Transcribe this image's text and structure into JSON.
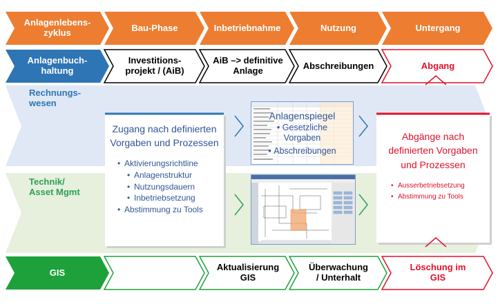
{
  "row1": {
    "items": [
      "Anlagenlebens-\nzyklus",
      "Bau-Phase",
      "Inbetriebnahme",
      "Nutzung",
      "Untergang"
    ],
    "color": "#ed7d31"
  },
  "row2": {
    "header": "Anlagenbuch-\nhaltung",
    "items": [
      "Investitions-\nprojekt / (AiB)",
      "AiB –> definitive\nAnlage",
      "Abschreibungen",
      "Abgang"
    ],
    "header_color": "#2e75b6",
    "accent_color": "#e0112b"
  },
  "bands": {
    "rechnungswesen_label": "Rechnungs-\nwesen",
    "technik_label": "Technik/\nAsset Mgmt",
    "rechnungswesen_color": "#dfe8f4",
    "technik_color": "#e6f0dc"
  },
  "left_card": {
    "title": "Zugang nach definierten\nVorgaben und Prozessen",
    "bullets": [
      {
        "text": "Aktivierungsrichtline",
        "level": 0
      },
      {
        "text": "Anlagenstruktur",
        "level": 1
      },
      {
        "text": "Nutzungsdauern",
        "level": 1
      },
      {
        "text": "Inbetriebsetzung",
        "level": 1
      },
      {
        "text": "Abstimmung zu Tools",
        "level": 0
      }
    ]
  },
  "anlagenspiegel": {
    "title": "Anlagenspiegel",
    "lines": [
      "Gesetzliche",
      "Vorgaben"
    ],
    "last": "Abschreibungen"
  },
  "right_card": {
    "title": "Abgänge nach\ndefinierten Vorgaben\nund Prozessen",
    "bullets": [
      "Ausserbetriebsetzung",
      "Abstimmung zu Tools"
    ]
  },
  "row_gis": {
    "header": "GIS",
    "items": [
      "",
      "Aktualisierung\nGIS",
      "Überwachung\n/ Unterhalt",
      "Löschung im\nGIS"
    ],
    "header_color": "#1ea13b"
  }
}
